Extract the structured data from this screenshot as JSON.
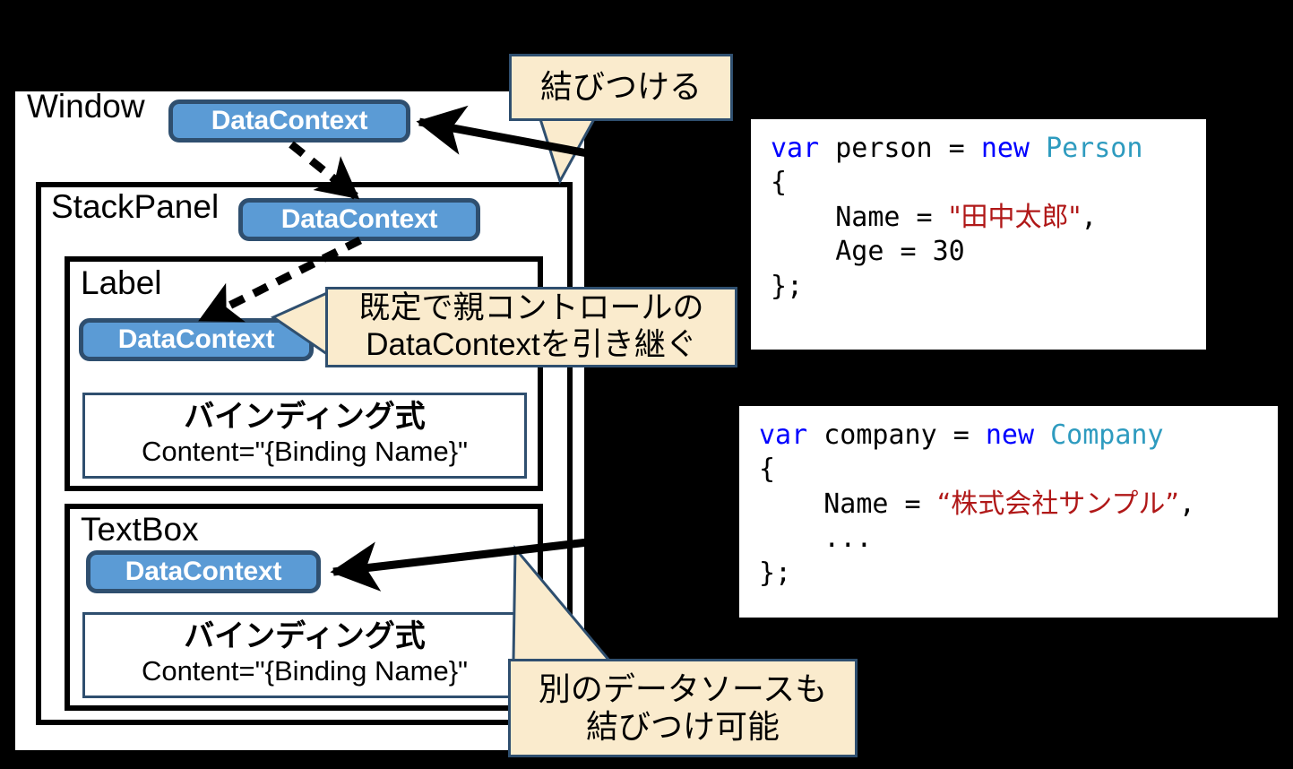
{
  "background_color": "#000000",
  "accent_colors": {
    "pill_fill": "#5B9BD5",
    "pill_border": "#2F4F6F",
    "callout_fill": "#FAEBCD",
    "callout_border": "#2F4F6F",
    "keyword": "#0000FF",
    "type": "#2E9BBF",
    "string": "#B01818"
  },
  "controls": {
    "window": {
      "label": "Window",
      "datacontext": "DataContext"
    },
    "stackpanel": {
      "label": "StackPanel",
      "datacontext": "DataContext"
    },
    "label": {
      "label": "Label",
      "datacontext": "DataContext",
      "binding": {
        "title": "バインディング式",
        "expression": "Content=\"{Binding Name}\""
      }
    },
    "textbox": {
      "label": "TextBox",
      "datacontext": "DataContext",
      "binding": {
        "title": "バインディング式",
        "expression": "Content=\"{Binding Name}\""
      }
    }
  },
  "callouts": {
    "bind": "結びつける",
    "inherit": "既定で親コントロールの\nDataContextを引き継ぐ",
    "other_source": "別のデータソースも\n結びつけ可能"
  },
  "code_blocks": [
    {
      "name": "person",
      "lines": [
        {
          "tokens": [
            {
              "t": "var",
              "c": "kw"
            },
            {
              "t": " person = ",
              "c": ""
            },
            {
              "t": "new",
              "c": "kw"
            },
            {
              "t": " ",
              "c": ""
            },
            {
              "t": "Person",
              "c": "type"
            }
          ]
        },
        {
          "tokens": [
            {
              "t": "{",
              "c": ""
            }
          ]
        },
        {
          "tokens": [
            {
              "t": "    Name = ",
              "c": ""
            },
            {
              "t": "\"田中太郎\"",
              "c": "str"
            },
            {
              "t": ",",
              "c": ""
            }
          ]
        },
        {
          "tokens": [
            {
              "t": "    Age = 30",
              "c": ""
            }
          ]
        },
        {
          "tokens": [
            {
              "t": "};",
              "c": ""
            }
          ]
        }
      ]
    },
    {
      "name": "company",
      "lines": [
        {
          "tokens": [
            {
              "t": "var",
              "c": "kw"
            },
            {
              "t": " company = ",
              "c": ""
            },
            {
              "t": "new",
              "c": "kw"
            },
            {
              "t": " ",
              "c": ""
            },
            {
              "t": "Company",
              "c": "type"
            }
          ]
        },
        {
          "tokens": [
            {
              "t": "{",
              "c": ""
            }
          ]
        },
        {
          "tokens": [
            {
              "t": "    Name = ",
              "c": ""
            },
            {
              "t": "“株式会社サンプル”",
              "c": "str"
            },
            {
              "t": ",",
              "c": ""
            }
          ]
        },
        {
          "tokens": [
            {
              "t": "    ...",
              "c": ""
            }
          ]
        },
        {
          "tokens": [
            {
              "t": "};",
              "c": ""
            }
          ]
        }
      ]
    }
  ],
  "arrows": [
    {
      "name": "person-to-window-datacontext",
      "style": "solid-thick"
    },
    {
      "name": "window-to-stackpanel-inherit",
      "style": "dashed"
    },
    {
      "name": "stackpanel-to-label-inherit",
      "style": "dashed"
    },
    {
      "name": "company-to-textbox-datacontext",
      "style": "solid-thick"
    }
  ]
}
